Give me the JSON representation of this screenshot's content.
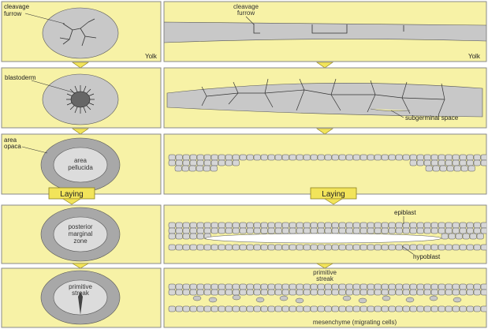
{
  "diagram": {
    "colors": {
      "yolk": "#f7f2a6",
      "panel_border": "#8a8a8a",
      "tissue": "#c8c8c8",
      "ring": "#a8a8a8",
      "arrow": "#f2e45a",
      "outline": "#333333"
    },
    "stages": [
      {
        "left_labels": [
          "cleavage",
          "furrow"
        ],
        "left_note": "Yolk",
        "right_labels": [
          "cleavage",
          "furrow"
        ],
        "right_note": "Yolk"
      },
      {
        "left_labels": [
          "blastoderm"
        ],
        "right_labels": [
          "subgerminal space"
        ]
      },
      {
        "left_labels": [
          "area",
          "opaca"
        ],
        "left_center": [
          "area",
          "pellucida"
        ]
      },
      {
        "left_center": [
          "posterior",
          "marginal",
          "zone"
        ],
        "right_labels": [
          "epiblast",
          "hypoblast"
        ]
      },
      {
        "left_center": [
          "primitive",
          "streak"
        ],
        "right_labels": [
          "primitive",
          "streak",
          "mesenchyme (migrating cells)"
        ]
      }
    ],
    "laying_label": "Laying",
    "laying_label_right": "Laying"
  }
}
